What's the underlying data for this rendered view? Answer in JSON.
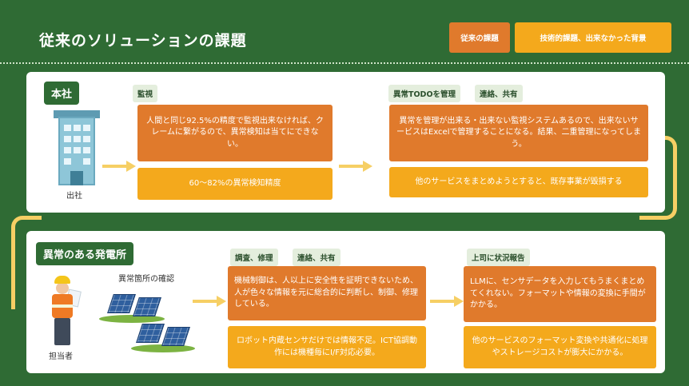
{
  "header": {
    "title": "従来のソリューションの課題",
    "legend_conventional": "従来の課題",
    "legend_technical": "技術的課題、出来なかった背景"
  },
  "headquarters": {
    "section_label": "本社",
    "building_caption": "出社",
    "monitoring": {
      "tag": "監視",
      "problem": "人間と同じ92.5%の精度で監視出来なければ、クレームに繋がるので、異常検知は当てにできない。",
      "background": "60〜82%の異常検知精度"
    },
    "todo": {
      "tag_manage": "異常TODOを管理",
      "tag_share": "連絡、共有",
      "problem": "異常を管理が出来る・出来ない監視システムあるので、出来ないサービスはExcelで管理することになる。結果、二重管理になってしまう。",
      "background": "他のサービスをまとめようとすると、既存事業が毀損する"
    }
  },
  "site": {
    "section_label": "異常のある発電所",
    "check_caption": "異常箇所の確認",
    "person_caption": "担当者",
    "repair": {
      "tag_investigate": "調査、修理",
      "tag_share": "連絡、共有",
      "problem": "機械制御は、人以上に安全性を証明できないため、人が色々な情報を元に総合的に判断し、制御、修理している。",
      "background": "ロボット内蔵センサだけでは情報不足。ICT協調動作には機種毎にI/F対応必要。"
    },
    "report": {
      "tag": "上司に状況報告",
      "problem": "LLMに、センサデータを入力してもうまくまとめてくれない。フォーマットや情報の変換に手間がかかる。",
      "background": "他のサービスのフォーマット変換や共通化に処理やストレージコストが膨大にかかる。"
    }
  },
  "colors": {
    "background": "#2f6b34",
    "conventional": "#e07a2c",
    "technical": "#f4a91c",
    "arrow": "#f6cf64"
  }
}
